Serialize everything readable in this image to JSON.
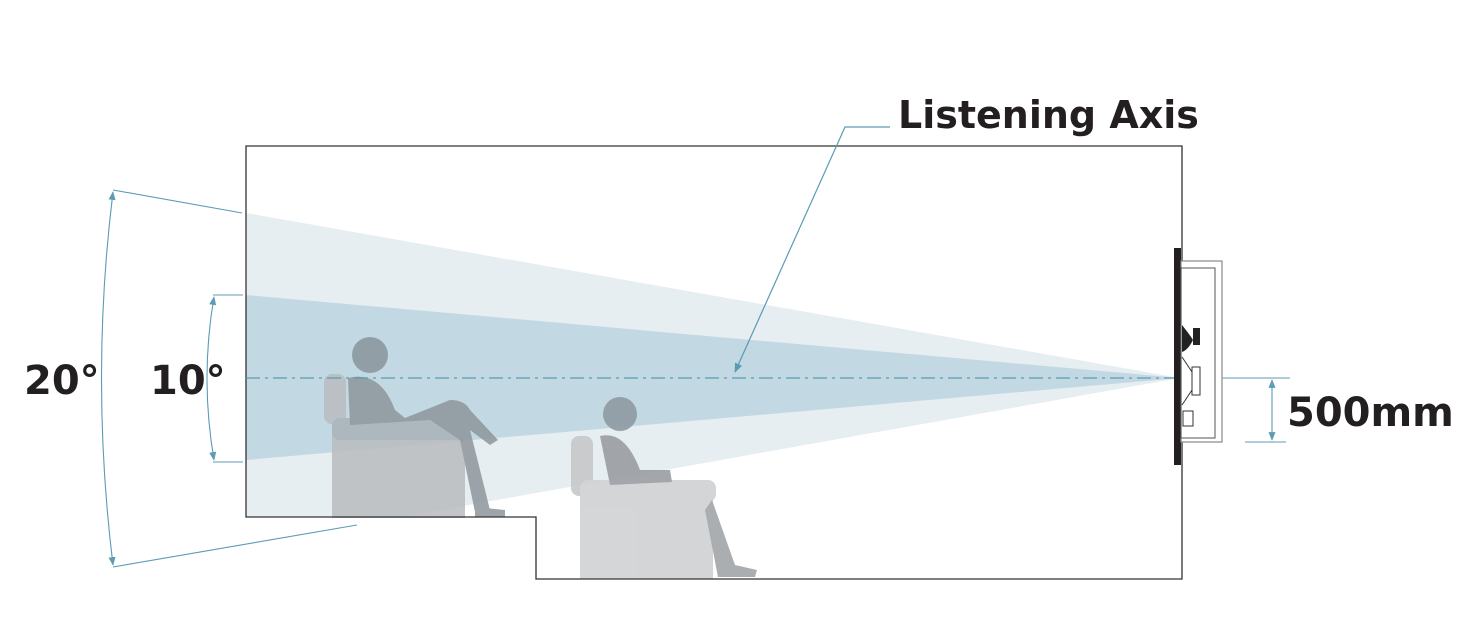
{
  "labels": {
    "listening_axis": "Listening Axis",
    "outer_angle": "20°",
    "inner_angle": "10°",
    "height_offset": "500mm"
  },
  "colors": {
    "outer_cone": "#e6eef2",
    "inner_cone": "#c2d8e2",
    "accent": "#5b9bb5",
    "seat": "#c9cbcd",
    "person": "#9a9ea2",
    "outline": "#333333"
  }
}
